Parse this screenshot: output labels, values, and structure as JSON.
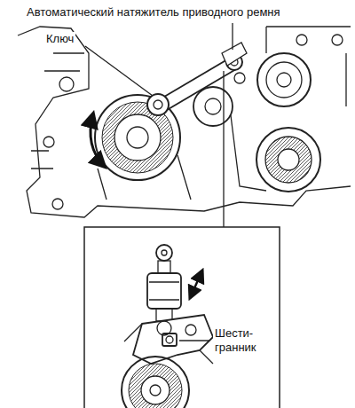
{
  "diagram": {
    "labels": [
      "Автоматический натяжитель приводного ремня",
      "Ключ",
      "Шести- гранник"
    ]
  }
}
